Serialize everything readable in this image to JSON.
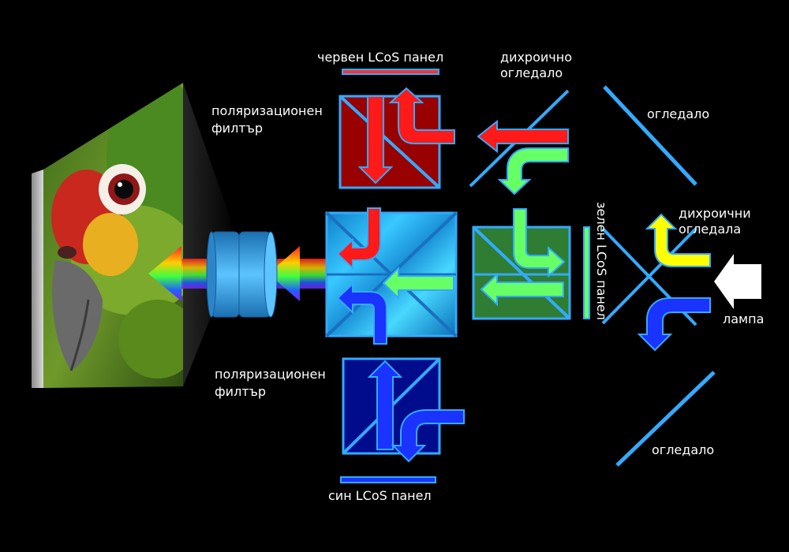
{
  "labels": {
    "red_panel": "червен LCoS панел",
    "dichroic_mirror_1": "дихроично",
    "dichroic_mirror_2": "огледало",
    "mirror_top": "огледало",
    "polarizing_filter_top_1": "поляризационен",
    "polarizing_filter_top_2": "филтър",
    "green_panel": "зелен LCoS панел",
    "dichroic_mirrors_1": "дихроични",
    "dichroic_mirrors_2": "огледала",
    "lamp": "лампа",
    "polarizing_filter_bottom_1": "поляризационен",
    "polarizing_filter_bottom_2": "филтър",
    "mirror_bottom": "огледало",
    "blue_panel": "син LCoS панел"
  },
  "colors": {
    "red_light": "#ff1a1a",
    "green_light": "#66ff66",
    "blue_light": "#1a33ff",
    "yellow_light": "#ffff00",
    "mirror": "#33aaff",
    "lamp": "#ffffff"
  }
}
